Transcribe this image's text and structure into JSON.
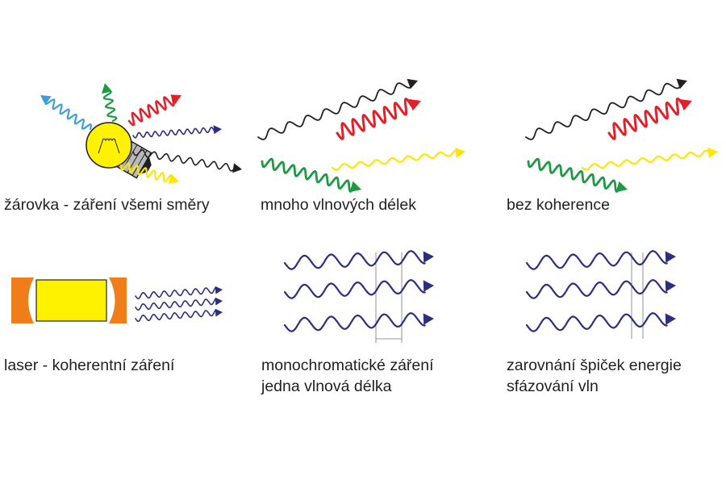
{
  "panels": {
    "bulb": {
      "caption": "žárovka - záření všemi směry"
    },
    "wavelengths": {
      "caption": "mnoho vlnových délek"
    },
    "coherence": {
      "caption": "bez koherence"
    },
    "laser": {
      "caption": "laser - koherentní záření"
    },
    "mono": {
      "caption_line1": "monochromatické záření",
      "caption_line2": "jedna vlnová délka"
    },
    "phase": {
      "caption_line1": "zarovnání špiček energie",
      "caption_line2": "sfázování vln"
    }
  },
  "colors": {
    "red": "#e3202a",
    "green": "#1e9a45",
    "yellow": "#ffe600",
    "blue": "#3a9fd9",
    "navy": "#2c2e83",
    "black": "#231f20",
    "orange": "#ef7d1a",
    "laser_body": "#fff200",
    "bulb_glass": "#fff200",
    "bulb_base": "#b9b9b9"
  }
}
